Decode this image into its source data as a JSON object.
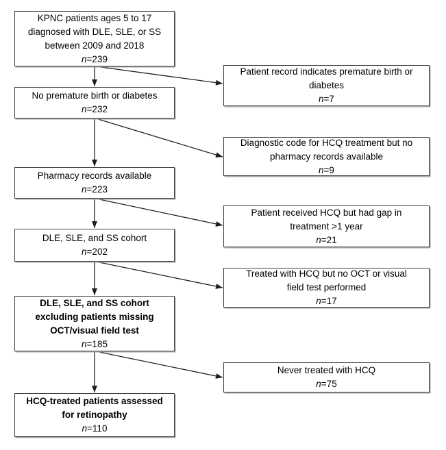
{
  "style": {
    "background": "#ffffff",
    "box_border_color": "#3f3f3f",
    "box_shadow_color": "#a6a6a6",
    "arrow_color": "#1f1f1f",
    "text_color": "#000000"
  },
  "main_flow": [
    {
      "lines": [
        "KPNC patients ages 5 to 17",
        "diagnosed with DLE, SLE, or SS",
        "between 2009 and 2018"
      ],
      "n_italic": "n",
      "n_rest": "=239",
      "bold": false
    },
    {
      "lines": [
        "No premature birth or diabetes"
      ],
      "n_italic": "n",
      "n_rest": "=232",
      "bold": false
    },
    {
      "lines": [
        "Pharmacy records available"
      ],
      "n_italic": "n",
      "n_rest": "=223",
      "bold": false
    },
    {
      "lines": [
        "DLE, SLE, and SS cohort"
      ],
      "n_italic": "n",
      "n_rest": "=202",
      "bold": false
    },
    {
      "lines": [
        "DLE, SLE, and SS cohort",
        "excluding patients missing",
        "OCT/visual field test"
      ],
      "n_italic": "n",
      "n_rest": "=185",
      "bold": true
    },
    {
      "lines": [
        "HCQ-treated patients assessed",
        "for retinopathy"
      ],
      "n_italic": "n",
      "n_rest": "=110",
      "bold": true
    }
  ],
  "exclusions": [
    {
      "lines": [
        "Patient record indicates premature birth or",
        "diabetes"
      ],
      "n_italic": "n",
      "n_rest": "=7"
    },
    {
      "lines": [
        "Diagnostic code for HCQ treatment but no",
        "pharmacy records available"
      ],
      "n_italic": "n",
      "n_rest": "=9"
    },
    {
      "lines": [
        "Patient received HCQ but had gap in",
        "treatment >1 year"
      ],
      "n_italic": "n",
      "n_rest": "=21"
    },
    {
      "lines": [
        "Treated with HCQ but no OCT or visual",
        "field test performed"
      ],
      "n_italic": "n",
      "n_rest": "=17"
    },
    {
      "lines": [
        "Never treated with HCQ"
      ],
      "n_italic": "n",
      "n_rest": "=75"
    }
  ]
}
